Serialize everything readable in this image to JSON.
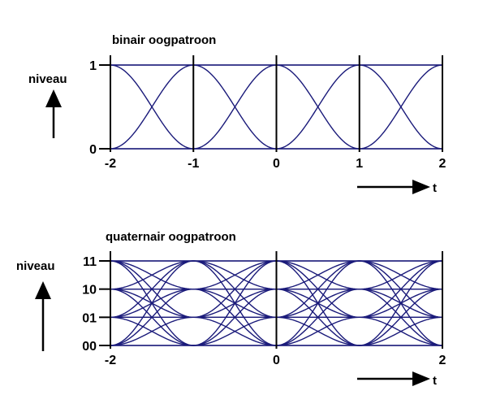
{
  "binary": {
    "title": "binair oogpatroon",
    "y_axis_label": "niveau",
    "x_axis_label": "t",
    "levels": [
      0,
      1
    ],
    "level_labels": [
      "0",
      "1"
    ],
    "x_ticks": [
      -2,
      -1,
      0,
      1,
      2
    ],
    "x_tick_labels": [
      "-2",
      "-1",
      "0",
      "1",
      "2"
    ]
  },
  "quaternary": {
    "title": "quaternair oogpatroon",
    "y_axis_label": "niveau",
    "x_axis_label": "t",
    "levels": [
      0,
      1,
      2,
      3
    ],
    "level_labels": [
      "00",
      "01",
      "10",
      "11"
    ],
    "x_ticks": [
      -2,
      0,
      2
    ],
    "x_tick_labels": [
      "-2",
      "0",
      "2"
    ]
  }
}
